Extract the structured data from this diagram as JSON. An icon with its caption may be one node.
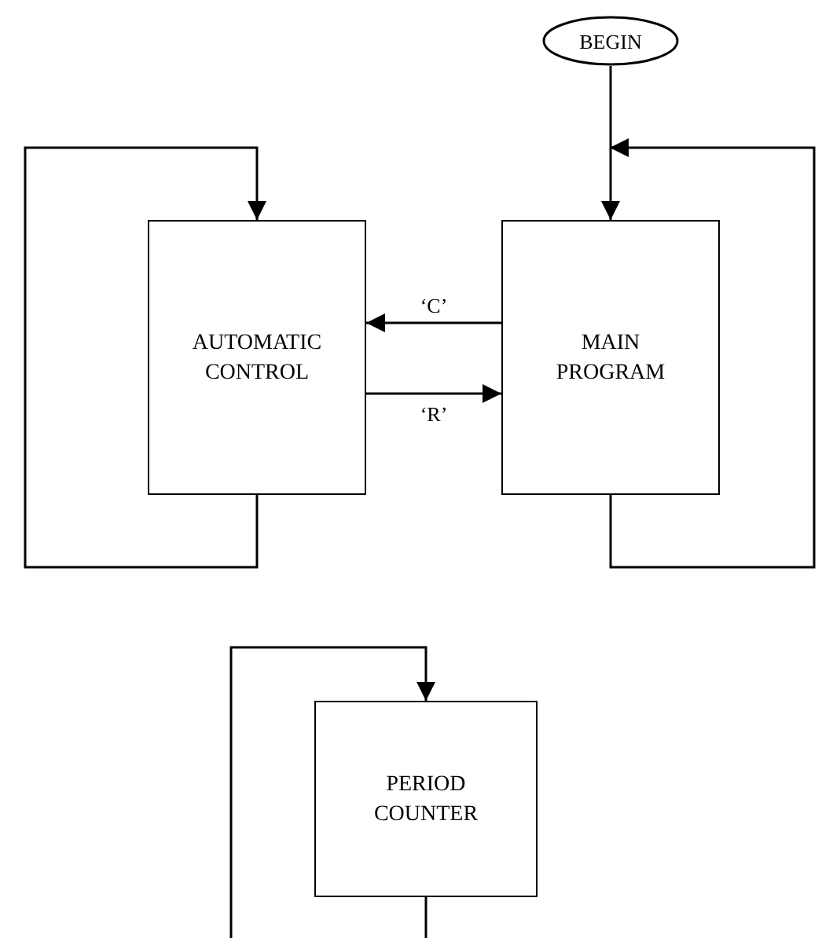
{
  "diagram": {
    "nodes": [
      {
        "text": [
          "BEGIN"
        ]
      },
      {
        "text": [
          "AUTOMATIC CONTROL"
        ]
      },
      {
        "text": [
          "MAIN PROGRAM"
        ]
      },
      {
        "text": [
          "PERIOD COUNTER"
        ]
      }
    ],
    "edges": [
      {
        "from": 0,
        "to": 2,
        "arrow": "to"
      },
      {
        "from": 2,
        "to": 1,
        "arrow": "to",
        "label": "‘C’"
      },
      {
        "from": 1,
        "to": 2,
        "arrow": "to",
        "label": "‘R’"
      },
      {
        "from": 1,
        "to": 1,
        "arrow": "to"
      },
      {
        "from": 2,
        "to": 2,
        "arrow": "to"
      },
      {
        "from": 3,
        "to": 3,
        "arrow": "to"
      }
    ]
  }
}
